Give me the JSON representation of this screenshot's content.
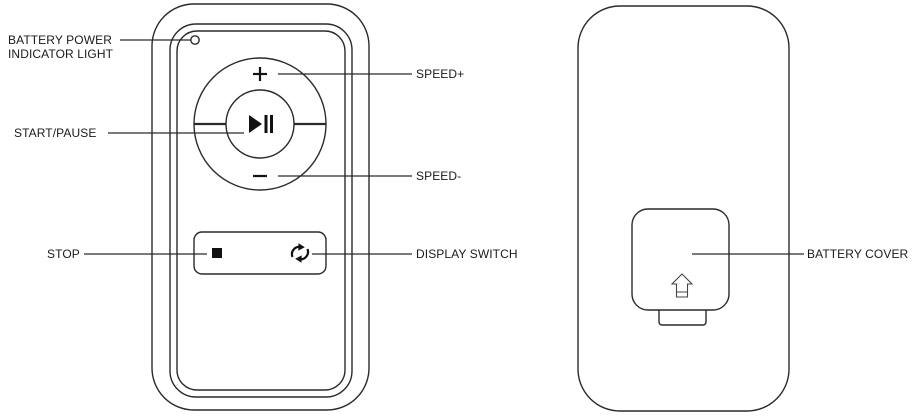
{
  "labels": {
    "battery_indicator_line1": "BATTERY POWER",
    "battery_indicator_line2": "INDICATOR LIGHT",
    "speed_up": "SPEED+",
    "start_pause": "START/PAUSE",
    "speed_down": "SPEED-",
    "stop": "STOP",
    "display_switch": "DISPLAY SWITCH",
    "battery_cover": "BATTERY COVER"
  },
  "icons": {
    "plus": "plus-icon",
    "minus": "minus-icon",
    "play_pause": "play-pause-icon",
    "stop": "stop-icon",
    "refresh": "refresh-icon",
    "arrow_up": "arrow-up-icon"
  },
  "colors": {
    "line": "#2a2a2a",
    "text": "#1a1a1a",
    "background": "#ffffff"
  }
}
